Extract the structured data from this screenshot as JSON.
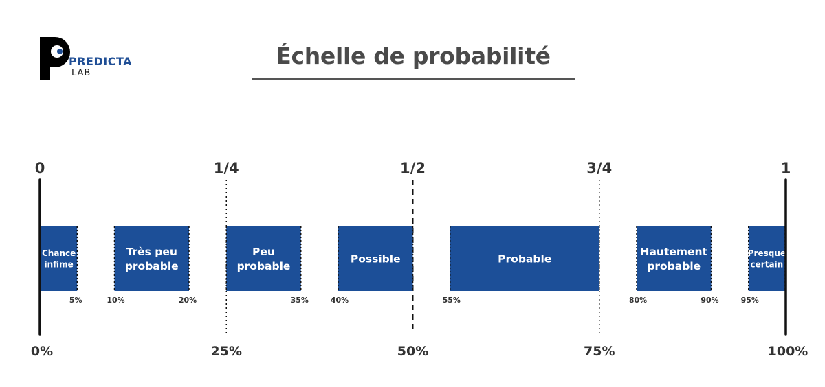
{
  "logo": {
    "name": "PREDICTA",
    "sub": "LAB"
  },
  "title": "Échelle de probabilité",
  "fraction_labels": [
    {
      "text": "0",
      "value": 0
    },
    {
      "text": "1/4",
      "value": 25
    },
    {
      "text": "1/2",
      "value": 50
    },
    {
      "text": "3/4",
      "value": 75
    },
    {
      "text": "1",
      "value": 100
    }
  ],
  "percent_labels": [
    {
      "text": "0%",
      "value": 0
    },
    {
      "text": "25%",
      "value": 25
    },
    {
      "text": "50%",
      "value": 50
    },
    {
      "text": "75%",
      "value": 75
    },
    {
      "text": "100%",
      "value": 100
    }
  ],
  "categories": [
    {
      "lines": [
        "Chance",
        "infime"
      ],
      "start": 0,
      "end": 5,
      "start_label": "",
      "end_label": "5%"
    },
    {
      "lines": [
        "Très peu",
        "probable"
      ],
      "start": 10,
      "end": 20,
      "start_label": "10%",
      "end_label": "20%"
    },
    {
      "lines": [
        "Peu",
        "probable"
      ],
      "start": 25,
      "end": 35,
      "start_label": "",
      "end_label": "35%"
    },
    {
      "lines": [
        "Possible"
      ],
      "start": 40,
      "end": 50,
      "start_label": "40%",
      "end_label": ""
    },
    {
      "lines": [
        "Probable"
      ],
      "start": 55,
      "end": 75,
      "start_label": "55%",
      "end_label": ""
    },
    {
      "lines": [
        "Hautement",
        "probable"
      ],
      "start": 80,
      "end": 90,
      "start_label": "80%",
      "end_label": "90%"
    },
    {
      "lines": [
        "Presque",
        "certain"
      ],
      "start": 95,
      "end": 100,
      "start_label": "95%",
      "end_label": ""
    }
  ],
  "colors": {
    "bar": "#1c4f98",
    "text": "#333333",
    "axis": "#111111"
  }
}
